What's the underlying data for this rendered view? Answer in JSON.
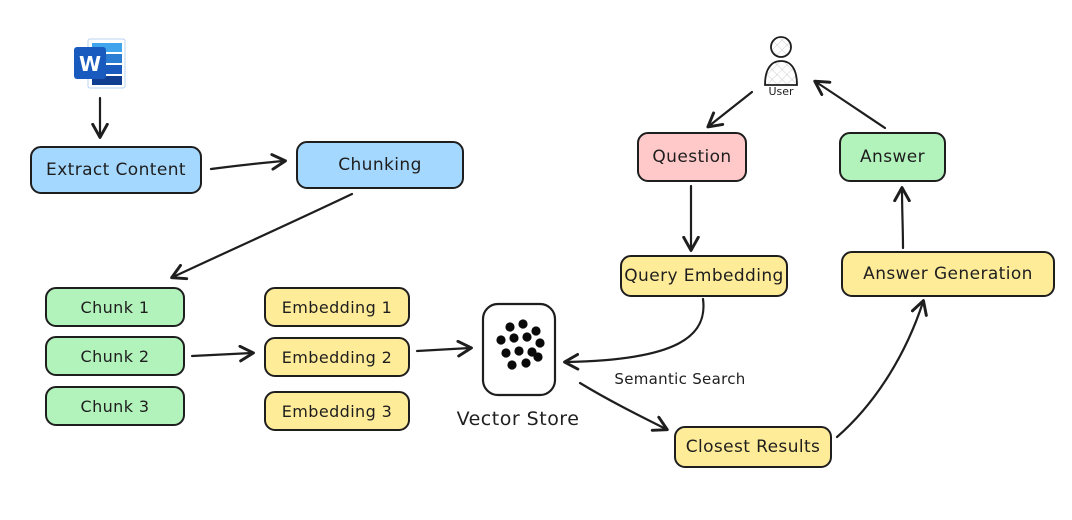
{
  "colors": {
    "node_blue": "#a5d8ff",
    "node_green": "#b2f2bb",
    "node_yellow": "#ffec99",
    "node_pink": "#ffc9c9",
    "stroke": "#1e1e1e",
    "background": "#ffffff",
    "word_icon_blue_dark": "#185abd",
    "word_icon_blue_light": "#41a5ee"
  },
  "nodes": {
    "word_document": {
      "icon": "word-document-icon",
      "color": "word-blue"
    },
    "extract_content": {
      "label": "Extract Content",
      "color": "blue"
    },
    "chunking": {
      "label": "Chunking",
      "color": "blue"
    },
    "chunk_1": {
      "label": "Chunk 1",
      "color": "green"
    },
    "chunk_2": {
      "label": "Chunk 2",
      "color": "green"
    },
    "chunk_3": {
      "label": "Chunk 3",
      "color": "green"
    },
    "embedding_1": {
      "label": "Embedding 1",
      "color": "yellow"
    },
    "embedding_2": {
      "label": "Embedding 2",
      "color": "yellow"
    },
    "embedding_3": {
      "label": "Embedding 3",
      "color": "yellow"
    },
    "vector_store": {
      "label": "Vector Store",
      "icon": "vector-store-dots-icon"
    },
    "user": {
      "label": "User",
      "icon": "person-icon"
    },
    "question": {
      "label": "Question",
      "color": "pink"
    },
    "query_embedding": {
      "label": "Query Embedding",
      "color": "yellow"
    },
    "closest_results": {
      "label": "Closest Results",
      "color": "yellow"
    },
    "answer_generation": {
      "label": "Answer Generation",
      "color": "yellow"
    },
    "answer": {
      "label": "Answer",
      "color": "green"
    }
  },
  "edges": {
    "semantic_search": {
      "label": "Semantic Search"
    },
    "connections": [
      {
        "from": "word-document",
        "to": "extract-content"
      },
      {
        "from": "extract-content",
        "to": "chunking"
      },
      {
        "from": "chunking",
        "to": "chunk-1"
      },
      {
        "from": "chunk-2",
        "to": "embedding-2"
      },
      {
        "from": "embedding-2",
        "to": "vector-store"
      },
      {
        "from": "user",
        "to": "question"
      },
      {
        "from": "question",
        "to": "query-embedding"
      },
      {
        "from": "query-embedding",
        "to": "vector-store",
        "label": "Semantic Search"
      },
      {
        "from": "vector-store",
        "to": "closest-results"
      },
      {
        "from": "closest-results",
        "to": "answer-generation"
      },
      {
        "from": "answer-generation",
        "to": "answer"
      },
      {
        "from": "answer",
        "to": "user"
      }
    ]
  }
}
